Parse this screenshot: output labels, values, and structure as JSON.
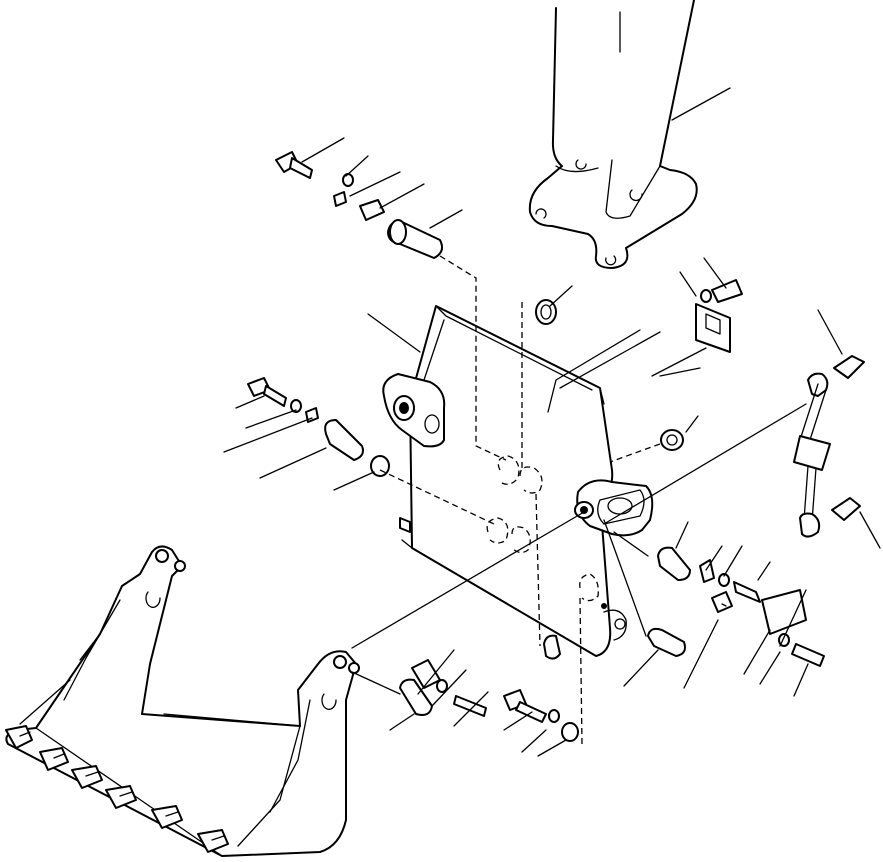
{
  "diagram": {
    "type": "exploded-parts-drawing",
    "colors": {
      "line": "#000000",
      "background": "#ffffff"
    },
    "parts": [
      "lift-arm",
      "quick-coupler-frame",
      "bucket",
      "hinge-pin-upper",
      "hinge-pin-lower",
      "bushing",
      "bolt",
      "washer",
      "lock-plate",
      "grease-fitting",
      "hydraulic-cylinder",
      "cover-plate"
    ]
  }
}
